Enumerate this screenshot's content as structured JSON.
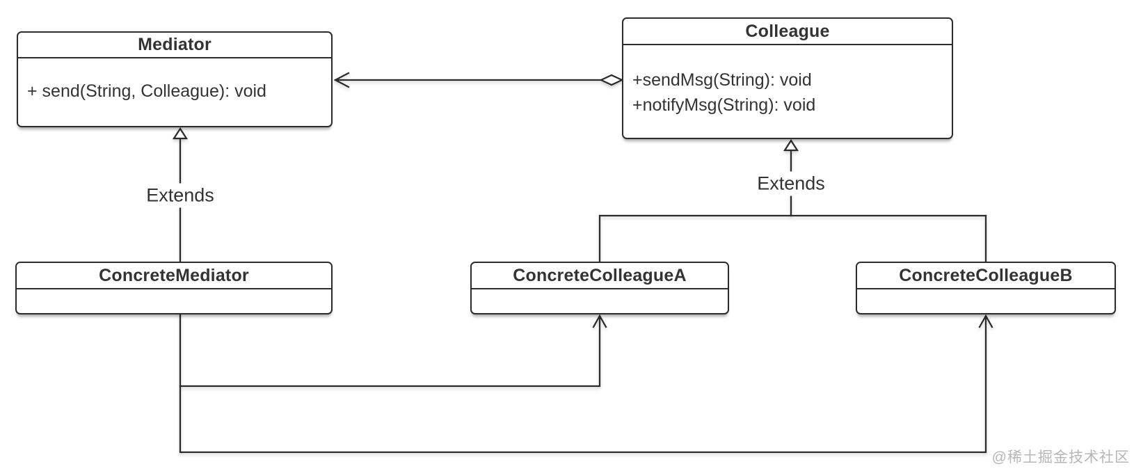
{
  "diagram": {
    "type": "uml-class-diagram",
    "classes": [
      {
        "name": "Mediator",
        "methods": [
          "+ send(String, Colleague): void"
        ]
      },
      {
        "name": "Colleague",
        "methods": [
          "+sendMsg(String): void",
          "+notifyMsg(String): void"
        ]
      },
      {
        "name": "ConcreteMediator",
        "methods": []
      },
      {
        "name": "ConcreteColleagueA",
        "methods": []
      },
      {
        "name": "ConcreteColleagueB",
        "methods": []
      }
    ],
    "relationships": [
      {
        "from": "Colleague",
        "to": "Mediator",
        "type": "association",
        "end_marker": "open-arrow",
        "start_marker": "hollow-diamond",
        "label": ""
      },
      {
        "from": "ConcreteMediator",
        "to": "Mediator",
        "type": "generalization",
        "label": "Extends"
      },
      {
        "from": "ConcreteColleagueA",
        "to": "Colleague",
        "type": "generalization",
        "label": "Extends"
      },
      {
        "from": "ConcreteColleagueB",
        "to": "Colleague",
        "type": "generalization",
        "label": "Extends"
      },
      {
        "from": "ConcreteMediator",
        "to": "ConcreteColleagueA",
        "type": "association",
        "end_marker": "open-arrow",
        "label": ""
      },
      {
        "from": "ConcreteMediator",
        "to": "ConcreteColleagueB",
        "type": "association",
        "end_marker": "open-arrow",
        "label": ""
      }
    ],
    "labels": {
      "extends_mediator": "Extends",
      "extends_colleague": "Extends"
    },
    "watermark": {
      "text": "@稀土掘金技术社区"
    },
    "colors": {
      "stroke": "#2b2b2b",
      "text": "#333333",
      "watermark": "#b6b6b6",
      "background": "#ffffff"
    }
  }
}
